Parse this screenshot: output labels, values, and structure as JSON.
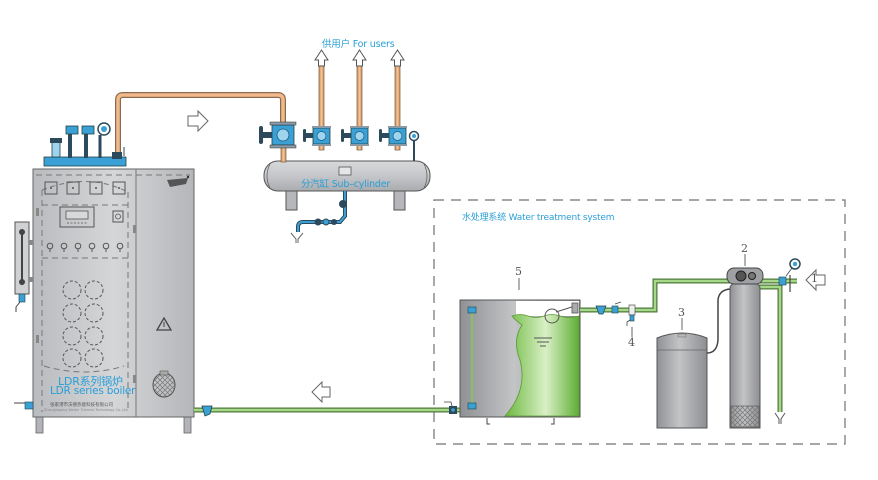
{
  "diagram": {
    "title": "LDR series boiler steam system with water treatment",
    "labels": {
      "for_users": "供用户 For users",
      "sub_cylinder": "分汽缸 Sub–cylinder",
      "water_treatment": "水处理系统 Water treatment system",
      "boiler_cn": "LDR系列锅炉",
      "boiler_en": "LDR series boiler",
      "maker_cn": "张家港市沃德热能科技有限公司",
      "maker_en": "Zhangjiagang Walter Thermal Technology Co.,Ltd."
    },
    "callouts": [
      {
        "id": "1",
        "label": "1",
        "component": "raw water inlet"
      },
      {
        "id": "2",
        "label": "2",
        "component": "softener control valve"
      },
      {
        "id": "3",
        "label": "3",
        "component": "brine tank"
      },
      {
        "id": "4",
        "label": "4",
        "component": "sampling valve"
      },
      {
        "id": "5",
        "label": "5",
        "component": "soft water tank"
      }
    ],
    "flows": [
      {
        "from": "boiler",
        "to": "sub-cylinder",
        "medium": "steam",
        "direction": "right"
      },
      {
        "from": "sub-cylinder",
        "to": "users",
        "medium": "steam",
        "direction": "up",
        "count": 3
      },
      {
        "from": "water treatment",
        "to": "boiler",
        "medium": "feed water",
        "direction": "left"
      },
      {
        "from": "inlet",
        "to": "softener",
        "medium": "raw water",
        "direction": "left"
      }
    ],
    "colors": {
      "steam_pipe": "#e6a064",
      "water_pipe": "#8cc26a",
      "valve_blue": "#3aa0d6",
      "label_blue": "#2a9fd8",
      "equipment_gray": "#c4c6c8",
      "water_fill": "#7cc34e",
      "dashed_border": "#707070"
    }
  }
}
